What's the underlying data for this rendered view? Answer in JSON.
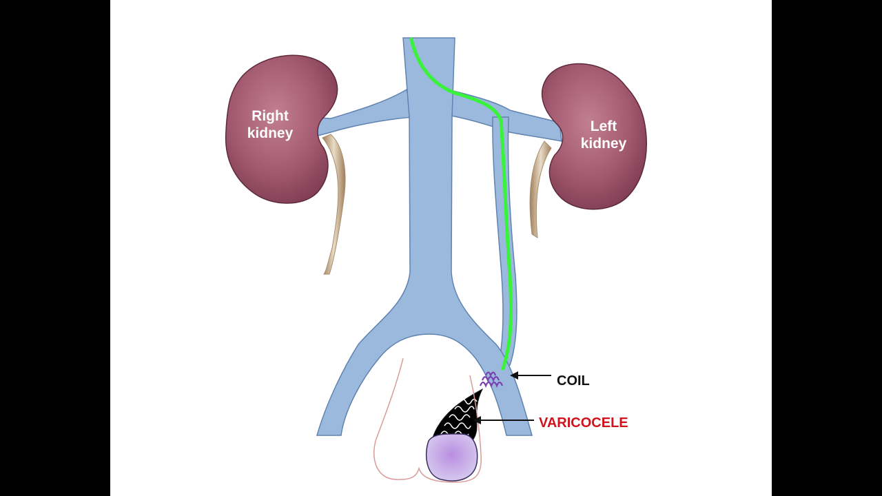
{
  "labels": {
    "right_kidney": [
      "Right",
      "kidney"
    ],
    "left_kidney": [
      "Left",
      "kidney"
    ],
    "coil": "COIL",
    "varicocele": "VARICOCELE"
  },
  "colors": {
    "background": "#ffffff",
    "vein": "#9bb9dc",
    "vein_outline": "#5f82b0",
    "kidney": "#a35a70",
    "kidney_outline": "#5d2a3a",
    "ureter": "#d9c6a8",
    "catheter": "#39f23a",
    "coil": "#7a3fb0",
    "varicocele_label": "#d0121c",
    "coil_label": "#111111",
    "testis": "#c9b4e6",
    "scrotum_outline": "#d99a9a"
  }
}
